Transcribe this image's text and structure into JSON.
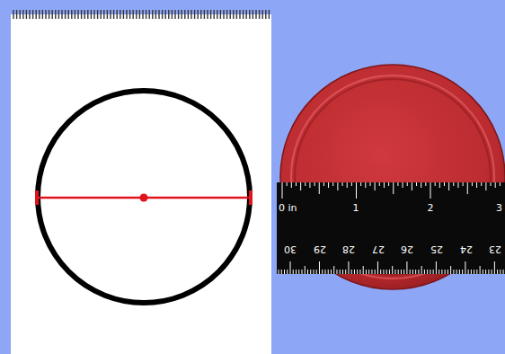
{
  "diagram": {
    "labels": [
      "0 in",
      "1",
      "2",
      "3",
      "30",
      "29",
      "28",
      "27",
      "26",
      "25",
      "24",
      "23"
    ]
  }
}
